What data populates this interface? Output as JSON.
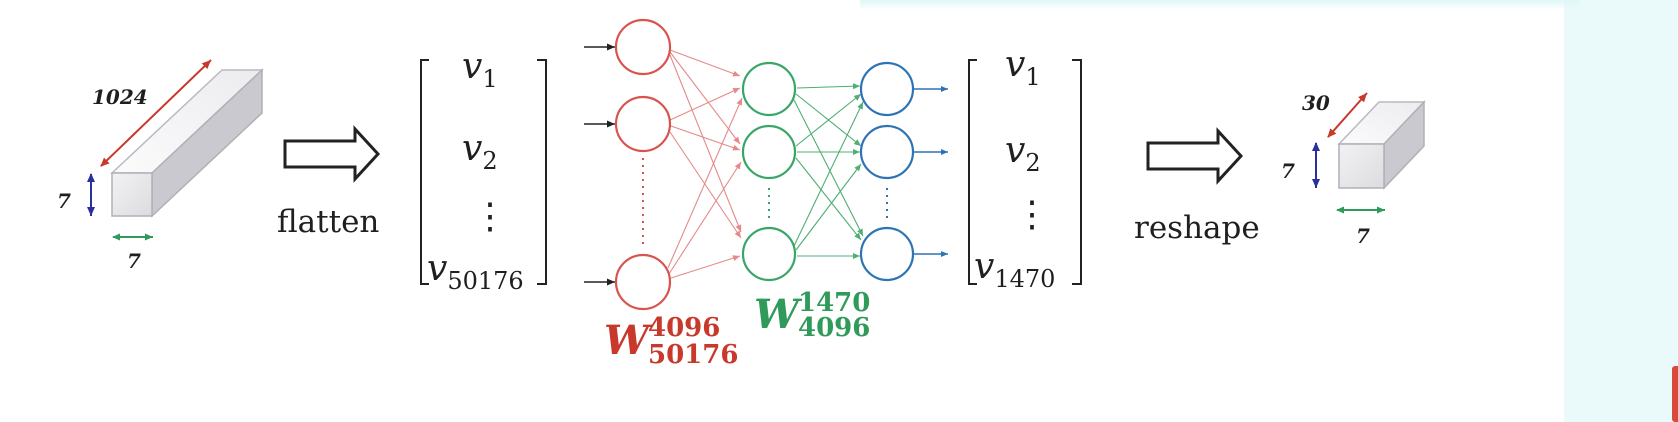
{
  "input_block": {
    "depth_label": "1024",
    "height_label": "7",
    "width_label": "7"
  },
  "flatten_label": "flatten",
  "input_vector": {
    "entries": [
      {
        "base": "v",
        "sub": "1"
      },
      {
        "base": "v",
        "sub": "2"
      },
      {
        "base": "v",
        "sub": "50176"
      }
    ],
    "ellipsis": "⋮"
  },
  "weights": {
    "first": {
      "symbol": "W",
      "sup": "4096",
      "sub": "50176",
      "color": "#c8392b"
    },
    "second": {
      "symbol": "W",
      "sup": "1470",
      "sub": "4096",
      "color": "#2f9a5a"
    }
  },
  "layers": {
    "input_color": "#d9534f",
    "hidden_color": "#3aa569",
    "output_color": "#2e74b5"
  },
  "output_vector": {
    "entries": [
      {
        "base": "v",
        "sub": "1"
      },
      {
        "base": "v",
        "sub": "2"
      },
      {
        "base": "v",
        "sub": "1470"
      }
    ],
    "ellipsis": "⋮"
  },
  "reshape_label": "reshape",
  "output_block": {
    "depth_label": "30",
    "height_label": "7",
    "width_label": "7"
  }
}
